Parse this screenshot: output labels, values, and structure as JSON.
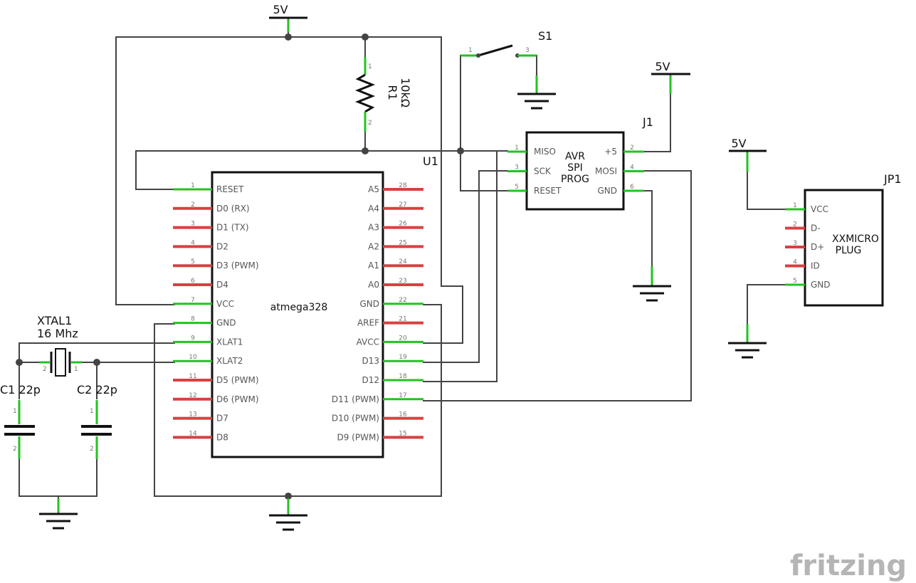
{
  "u1": {
    "ref": "U1",
    "name": "atmega328",
    "left_pins": [
      {
        "num": "1",
        "label": "RESET",
        "connected": true
      },
      {
        "num": "2",
        "label": "D0 (RX)",
        "connected": false
      },
      {
        "num": "3",
        "label": "D1 (TX)",
        "connected": false
      },
      {
        "num": "4",
        "label": "D2",
        "connected": false
      },
      {
        "num": "5",
        "label": "D3 (PWM)",
        "connected": false
      },
      {
        "num": "6",
        "label": "D4",
        "connected": false
      },
      {
        "num": "7",
        "label": "VCC",
        "connected": true
      },
      {
        "num": "8",
        "label": "GND",
        "connected": true
      },
      {
        "num": "9",
        "label": "XLAT1",
        "connected": true
      },
      {
        "num": "10",
        "label": "XLAT2",
        "connected": true
      },
      {
        "num": "11",
        "label": "D5 (PWM)",
        "connected": false
      },
      {
        "num": "12",
        "label": "D6 (PWM)",
        "connected": false
      },
      {
        "num": "13",
        "label": "D7",
        "connected": false
      },
      {
        "num": "14",
        "label": "D8",
        "connected": false
      }
    ],
    "right_pins": [
      {
        "num": "28",
        "label": "A5",
        "connected": false
      },
      {
        "num": "27",
        "label": "A4",
        "connected": false
      },
      {
        "num": "26",
        "label": "A3",
        "connected": false
      },
      {
        "num": "25",
        "label": "A2",
        "connected": false
      },
      {
        "num": "24",
        "label": "A1",
        "connected": false
      },
      {
        "num": "23",
        "label": "A0",
        "connected": false
      },
      {
        "num": "22",
        "label": "GND",
        "connected": true
      },
      {
        "num": "21",
        "label": "AREF",
        "connected": false
      },
      {
        "num": "20",
        "label": "AVCC",
        "connected": true
      },
      {
        "num": "19",
        "label": "D13",
        "connected": true
      },
      {
        "num": "18",
        "label": "D12",
        "connected": true
      },
      {
        "num": "17",
        "label": "D11 (PWM)",
        "connected": true
      },
      {
        "num": "16",
        "label": "D10 (PWM)",
        "connected": false
      },
      {
        "num": "15",
        "label": "D9 (PWM)",
        "connected": false
      }
    ]
  },
  "j1": {
    "ref": "J1",
    "name_lines": [
      "AVR",
      "SPI",
      "PROG"
    ],
    "left_pins": [
      {
        "num": "1",
        "label": "MISO"
      },
      {
        "num": "3",
        "label": "SCK"
      },
      {
        "num": "5",
        "label": "RESET"
      }
    ],
    "right_pins": [
      {
        "num": "2",
        "label": "+5"
      },
      {
        "num": "4",
        "label": "MOSI"
      },
      {
        "num": "6",
        "label": "GND"
      }
    ]
  },
  "jp1": {
    "ref": "JP1",
    "name_lines": [
      "XXMICRO",
      "PLUG"
    ],
    "pins": [
      {
        "num": "1",
        "label": "VCC",
        "connected": true
      },
      {
        "num": "2",
        "label": "D-",
        "connected": false
      },
      {
        "num": "3",
        "label": "D+",
        "connected": false
      },
      {
        "num": "4",
        "label": "ID",
        "connected": false
      },
      {
        "num": "5",
        "label": "GND",
        "connected": true
      }
    ]
  },
  "r1": {
    "ref": "R1",
    "value": "10kΩ",
    "pin_a": "1",
    "pin_b": "2"
  },
  "s1": {
    "ref": "S1",
    "pin_a": "1",
    "pin_b": "3"
  },
  "xtal1": {
    "ref": "XTAL1",
    "value": "16 Mhz",
    "pin_a": "2",
    "pin_b": "1"
  },
  "c1": {
    "label": "C1 22p",
    "pin_a": "1",
    "pin_b": "2"
  },
  "c2": {
    "label": "C2 22p",
    "pin_a": "1",
    "pin_b": "2"
  },
  "power": {
    "vcc_top": "5V",
    "vcc_j1": "5V",
    "vcc_jp1": "5V"
  },
  "brand": {
    "logo": "fritzing"
  },
  "colors": {
    "wire": "#444444",
    "connected_pin": "#22c322",
    "unconnected_pin": "#d94040",
    "logo": "#b5b5b5"
  }
}
